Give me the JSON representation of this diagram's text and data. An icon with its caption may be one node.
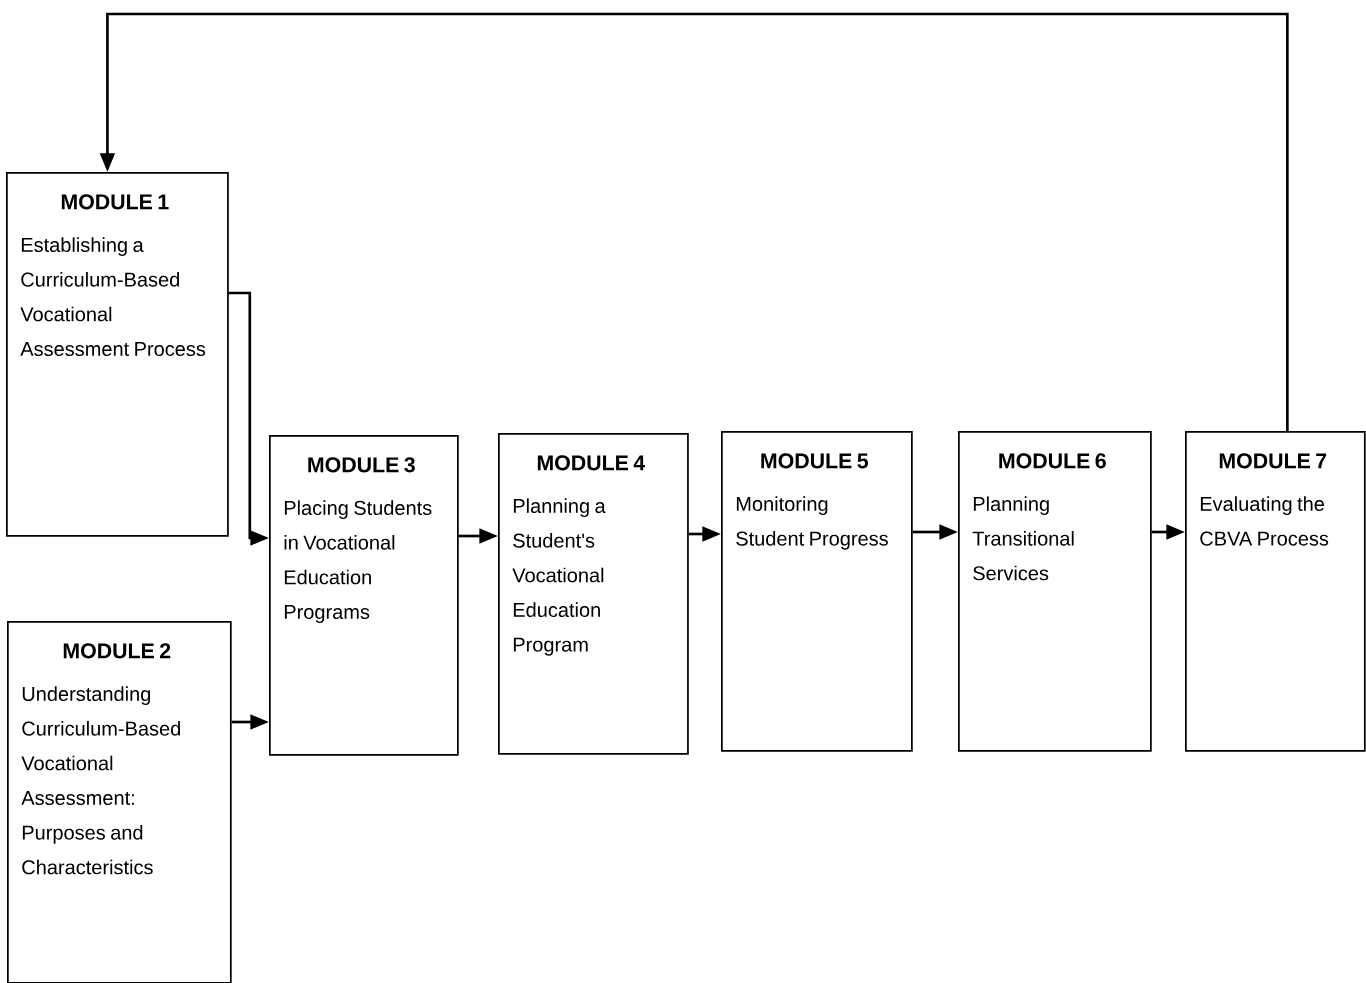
{
  "diagram": {
    "nodes": [
      {
        "text": [
          "MODULE 1",
          "Establishing a Curriculum-Based Vocational Assessment Process"
        ]
      },
      {
        "text": [
          "MODULE 2",
          "Understanding Curriculum-Based Vocational Assessment: Purposes and Characteristics"
        ]
      },
      {
        "text": [
          "MODULE 3",
          "Placing Students in Vocational Education Programs"
        ]
      },
      {
        "text": [
          "MODULE 4",
          "Planning a Student's Vocational Education Program"
        ]
      },
      {
        "text": [
          "MODULE 5",
          "Monitoring Student Progress"
        ]
      },
      {
        "text": [
          "MODULE 6",
          "Planning Transitional Services"
        ]
      },
      {
        "text": [
          "MODULE 7",
          "Evaluating the CBVA Process"
        ]
      }
    ],
    "edges": [
      {
        "from": 0,
        "to": 2,
        "arrow": "to"
      },
      {
        "from": 1,
        "to": 2,
        "arrow": "to"
      },
      {
        "from": 2,
        "to": 3,
        "arrow": "to"
      },
      {
        "from": 3,
        "to": 4,
        "arrow": "to"
      },
      {
        "from": 4,
        "to": 5,
        "arrow": "to"
      },
      {
        "from": 5,
        "to": 6,
        "arrow": "to"
      },
      {
        "from": 6,
        "to": 0,
        "arrow": "to"
      }
    ]
  }
}
